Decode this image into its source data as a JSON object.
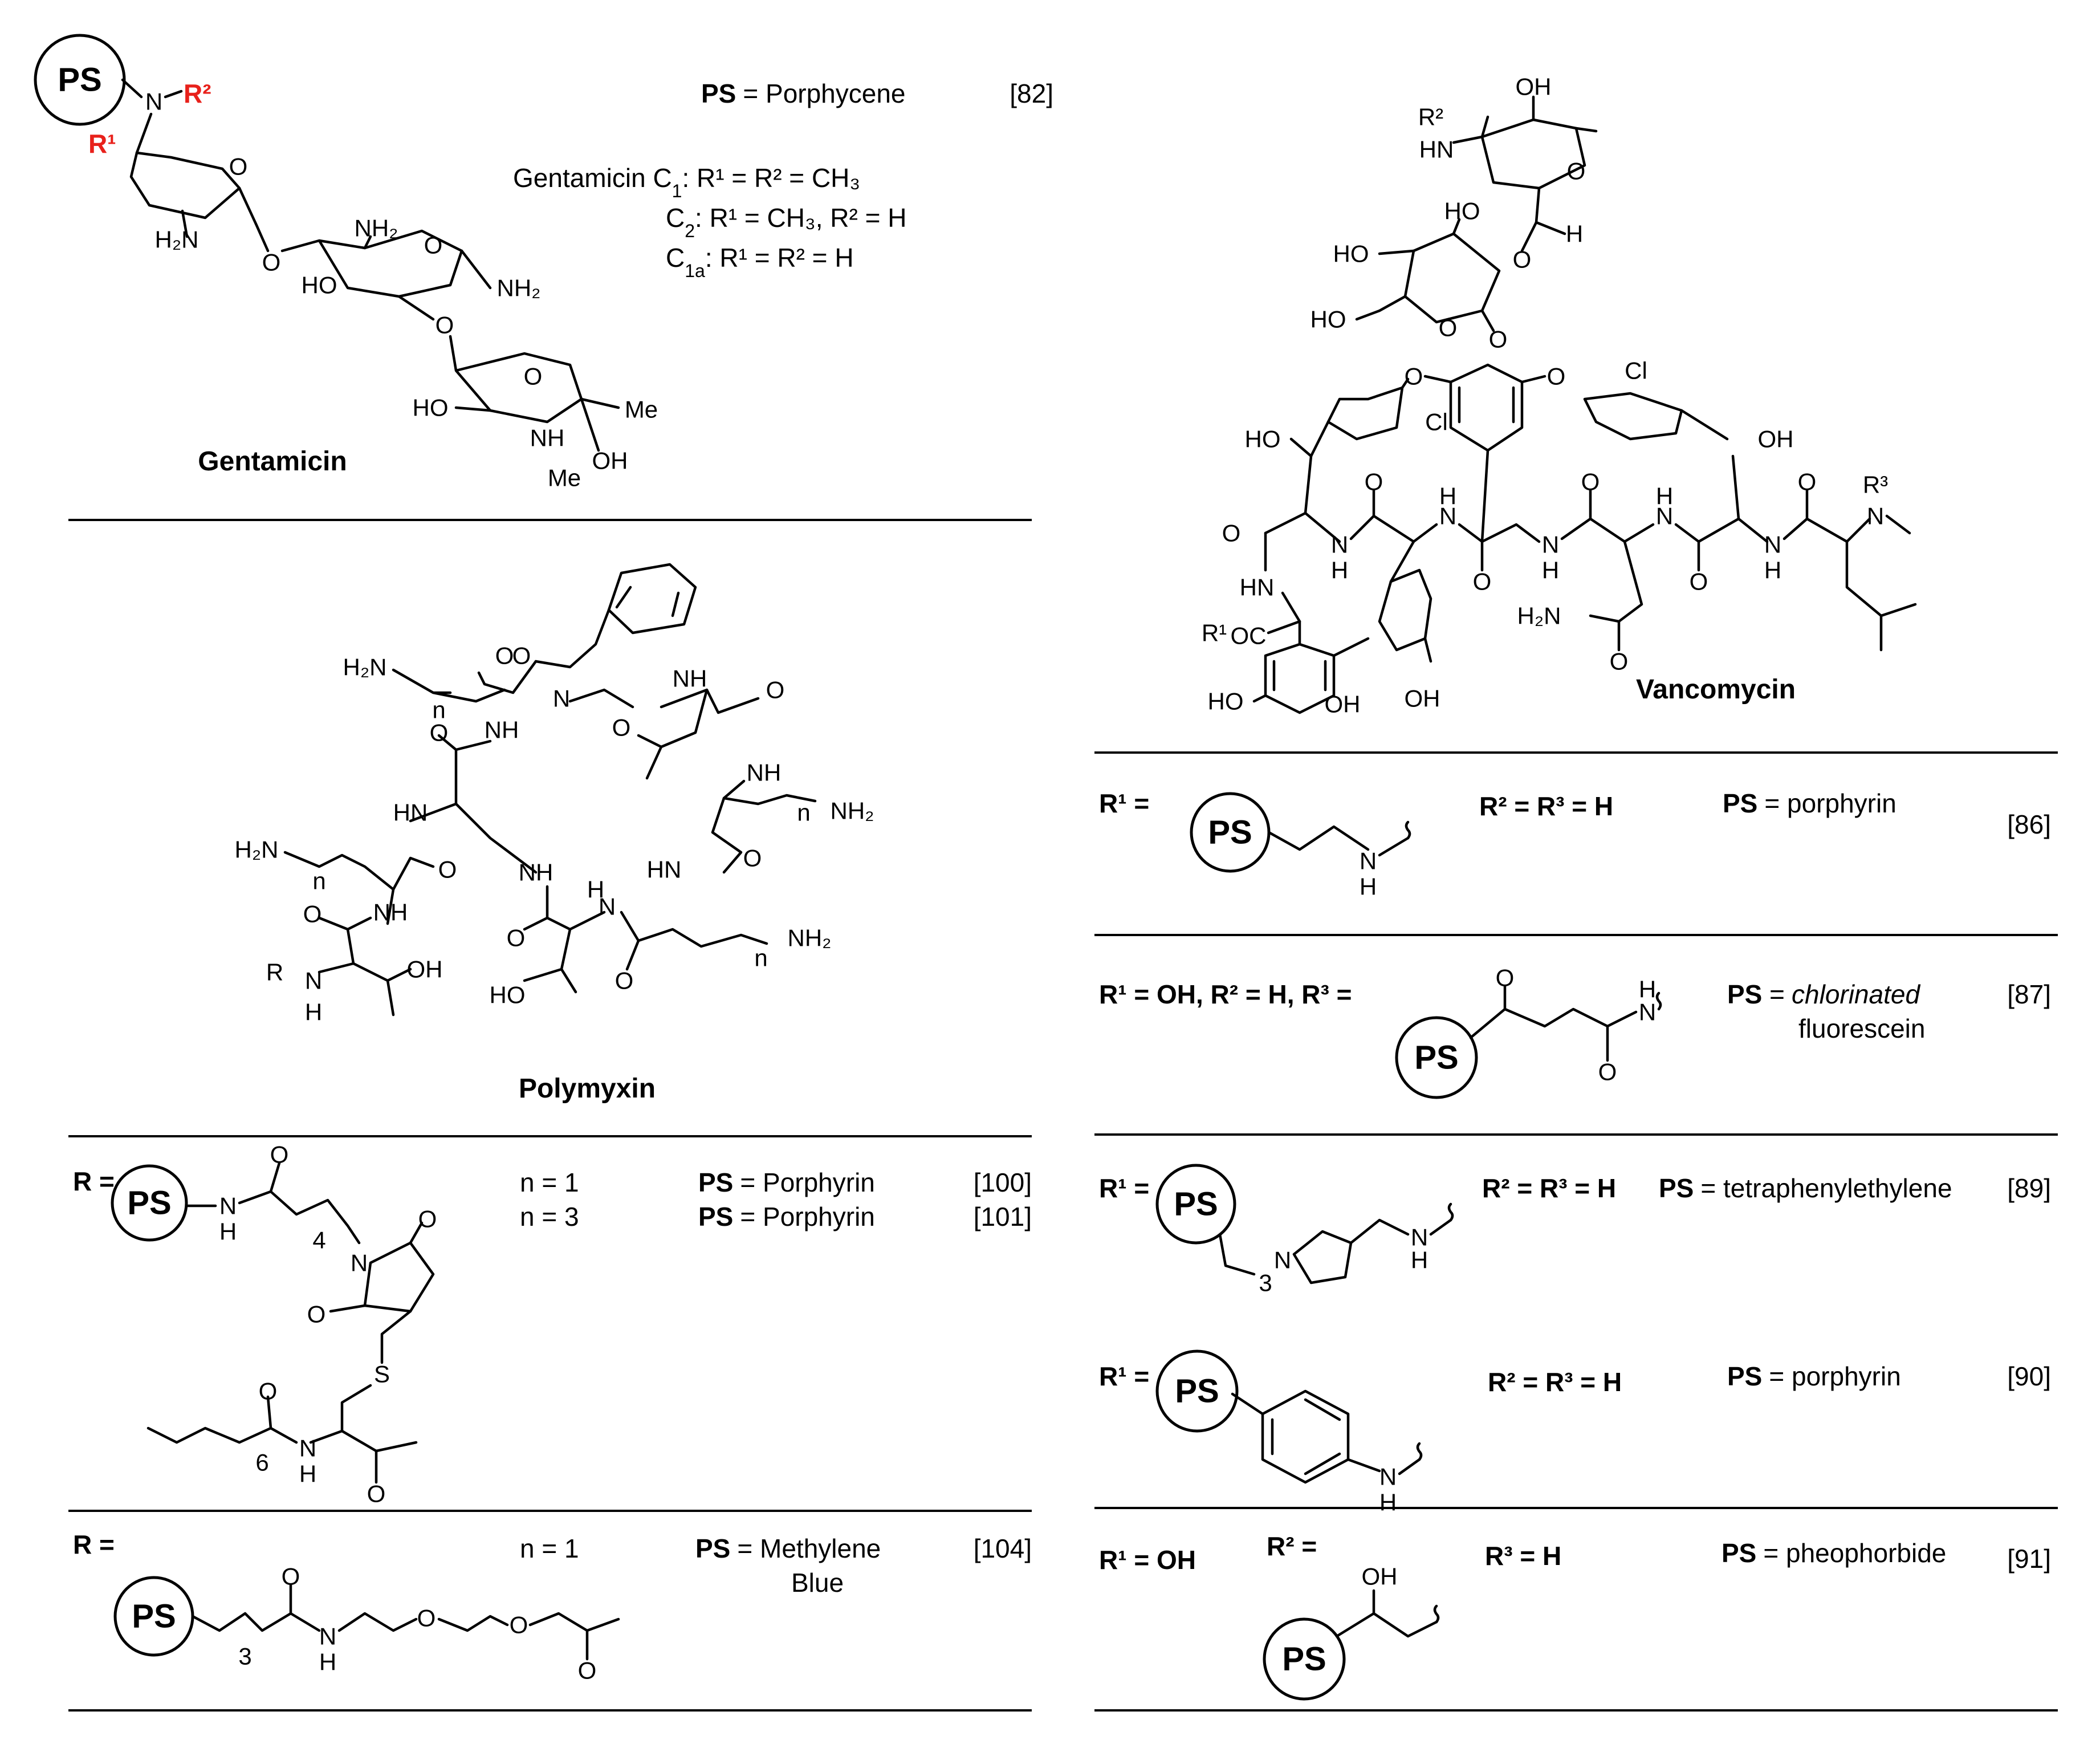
{
  "colors": {
    "substituent": "#e8211b",
    "ink": "#000000"
  },
  "ps": "PS",
  "gentamicin": {
    "title": "Gentamicin",
    "ps_def_key": "PS",
    "ps_def_val": "= Porphycene",
    "ref": "[82]",
    "variant_prefix": "Gentamicin ",
    "variants": [
      {
        "name": "C",
        "sub": "1",
        "def": ": R¹ = R² = CH₃"
      },
      {
        "name": "C",
        "sub": "2",
        "def": ": R¹ = CH₃, R² = H"
      },
      {
        "name": "C",
        "sub": "1a",
        "def": ": R¹ = R² = H"
      }
    ],
    "substituents": {
      "r1": "R¹",
      "r2": "R²"
    },
    "atoms": {
      "n": "N",
      "nh2_a": "H₂N",
      "nh2_b": "NH₂",
      "nh2_c": "NH₂",
      "ho_a": "HO",
      "ho_b": "HO",
      "nh": "NH",
      "me_a": "Me",
      "me_b": "Me",
      "oh": "OH",
      "o": "O"
    }
  },
  "polymyxin": {
    "title": "Polymyxin",
    "substituent": "R",
    "atoms": {
      "h2n_a": "H₂N",
      "h2n_b": "H₂N",
      "nh2_a": "NH₂",
      "nh2_b": "NH₂",
      "n_sub": "n",
      "oh": "OH",
      "ho": "HO",
      "nh": "NH",
      "hn": "HN",
      "h": "H",
      "n": "N",
      "o": "O"
    },
    "rows": [
      {
        "r_label": "R =",
        "n_line1": "n = 1",
        "n_line2": "n = 3",
        "ps_line1": "= Porphyrin",
        "ps_line2": "= Porphyrin",
        "ref1": "[100]",
        "ref2": "[101]",
        "atoms": {
          "h": "H",
          "n": "N",
          "s": "S",
          "o": "O",
          "sub4": "4",
          "sub6": "6"
        }
      },
      {
        "r_label": "R =",
        "n_value": "n = 1",
        "ps_line1": "= Methylene",
        "ps_line2": "Blue",
        "ref": "[104]",
        "atoms": {
          "sub3": "3",
          "n": "N",
          "h": "H",
          "o": "O"
        }
      }
    ]
  },
  "vancomycin": {
    "title": "Vancomycin",
    "substituents": {
      "r1": "R¹",
      "r2": "R²",
      "r3": "R³"
    },
    "atoms": {
      "oh": "OH",
      "hn": "HN",
      "ho": "HO",
      "h": "H",
      "cl": "Cl",
      "o": "O",
      "n": "N",
      "oc": "OC",
      "h2n": "H₂N"
    },
    "rows": [
      {
        "r1": "R¹ =",
        "r23": "R² = R³ = H",
        "ps": "= porphyrin",
        "ref": "[86]"
      },
      {
        "r1": "R¹ = OH, R² = H,  R³ =",
        "ps": "= chlorinated",
        "ps_line2": "fluorescein",
        "ref": "[87]"
      },
      {
        "r1": "R¹ =",
        "r23": "R² = R³ = H",
        "ps": "= tetraphenylethylene",
        "ref": "[89]",
        "sub3": "3"
      },
      {
        "r1": "R¹ =",
        "r23": "R² = R³ = H",
        "ps": "= porphyrin",
        "ref": "[90]"
      },
      {
        "r1": "R¹ = OH",
        "r2": "R² =",
        "r3": "R³ = H",
        "ps": "= pheophorbide",
        "ref": "[91]",
        "oh": "OH"
      }
    ]
  }
}
